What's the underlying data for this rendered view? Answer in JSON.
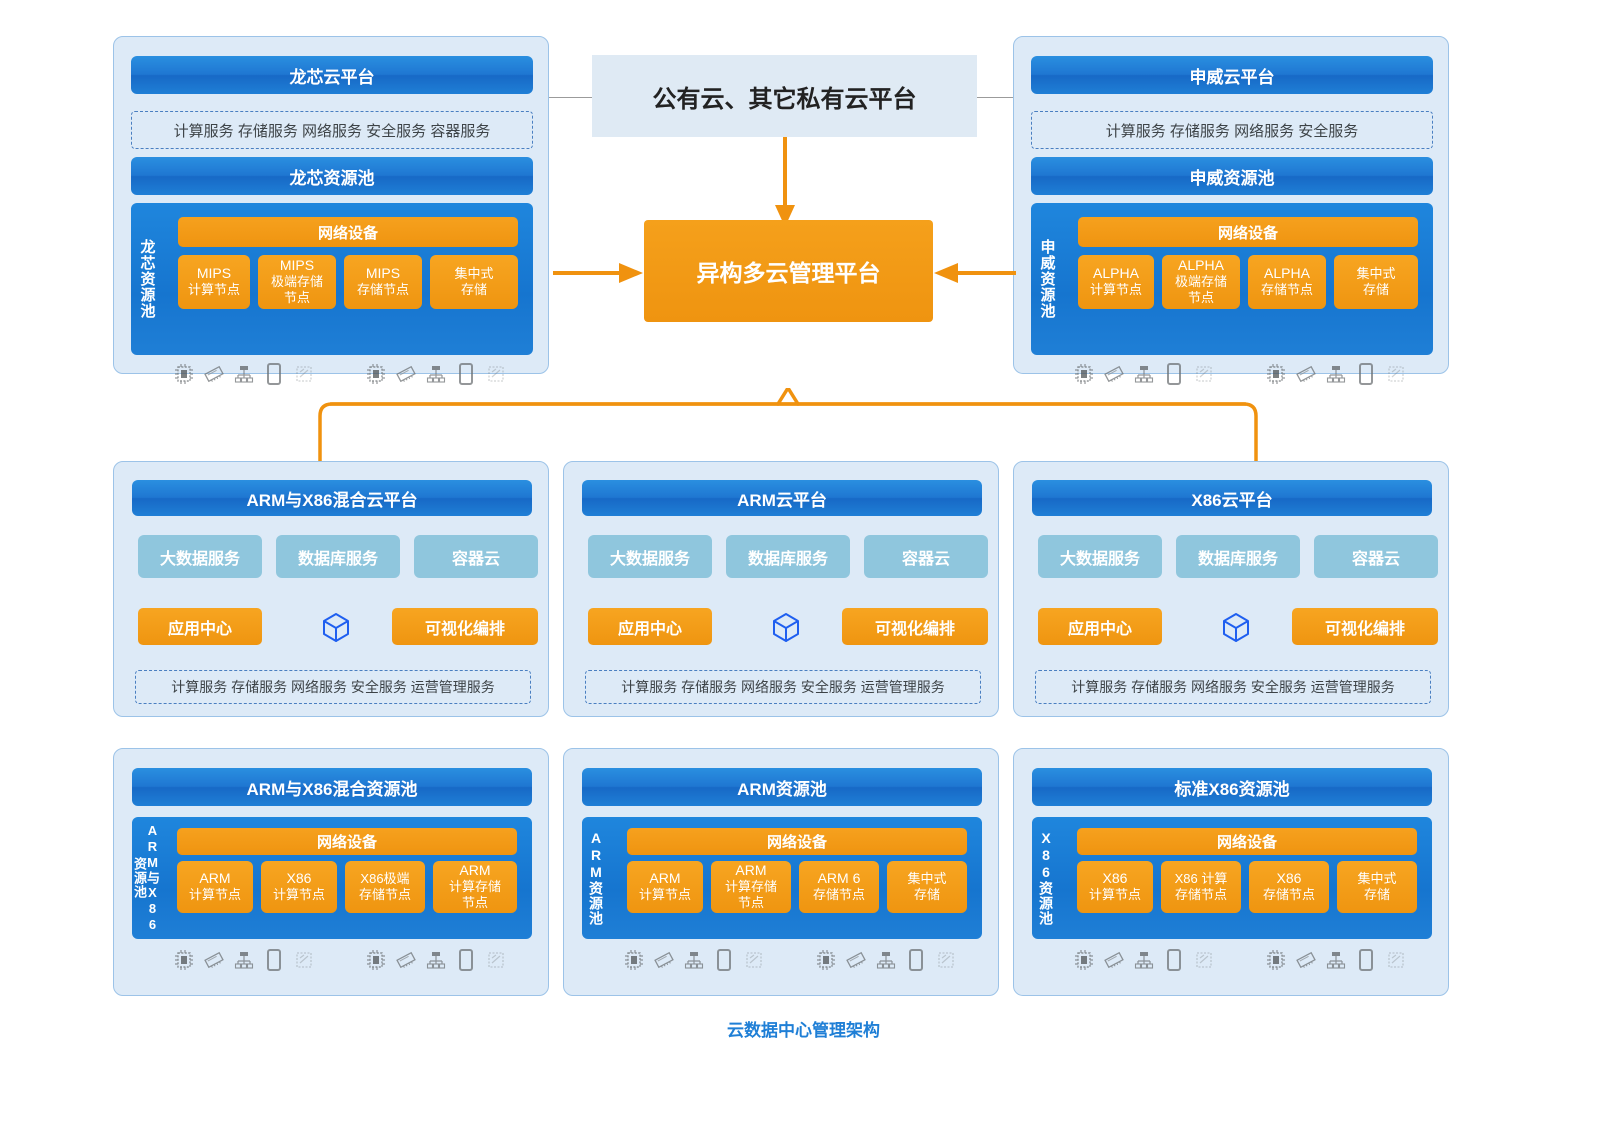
{
  "caption": "云数据中心管理架构",
  "center": {
    "public_cloud": "公有云、其它私有云平台",
    "hetero_platform": "异构多云管理平台"
  },
  "top_panels": [
    {
      "id": "loongson",
      "platform_title": "龙芯云平台",
      "services": "计算服务  存储服务  网络服务  安全服务  容器服务",
      "pool_title": "龙芯资源池",
      "vertical_label": "龙芯资源池",
      "network_device": "网络设备",
      "nodes": [
        {
          "l1": "MIPS",
          "l2": "计算节点",
          "l3": ""
        },
        {
          "l1": "MIPS",
          "l2": "极端存储",
          "l3": "节点"
        },
        {
          "l1": "MIPS",
          "l2": "存储节点",
          "l3": ""
        },
        {
          "l1": "集中式",
          "l2": "存储",
          "l3": ""
        }
      ]
    },
    {
      "id": "sunway",
      "platform_title": "申威云平台",
      "services": "计算服务      存储服务      网络服务      安全服务",
      "pool_title": "申威资源池",
      "vertical_label": "申威资源池",
      "network_device": "网络设备",
      "nodes": [
        {
          "l1": "ALPHA",
          "l2": "计算节点",
          "l3": ""
        },
        {
          "l1": "ALPHA",
          "l2": "极端存储",
          "l3": "节点"
        },
        {
          "l1": "ALPHA",
          "l2": "存储节点",
          "l3": ""
        },
        {
          "l1": "集中式",
          "l2": "存储",
          "l3": ""
        }
      ]
    }
  ],
  "cloud_platforms": [
    {
      "id": "arm-x86-hybrid",
      "title": "ARM与X86混合云平台",
      "chips": [
        "大数据服务",
        "数据库服务",
        "容器云"
      ],
      "app_center": "应用中心",
      "cube_icon": "cube-icon",
      "visual_orchestration": "可视化编排",
      "services": "计算服务  存储服务  网络服务  安全服务  运营管理服务"
    },
    {
      "id": "arm",
      "title": "ARM云平台",
      "chips": [
        "大数据服务",
        "数据库服务",
        "容器云"
      ],
      "app_center": "应用中心",
      "cube_icon": "cube-icon",
      "visual_orchestration": "可视化编排",
      "services": "计算服务  存储服务  网络服务  安全服务  运营管理服务"
    },
    {
      "id": "x86",
      "title": "X86云平台",
      "chips": [
        "大数据服务",
        "数据库服务",
        "容器云"
      ],
      "app_center": "应用中心",
      "cube_icon": "cube-icon",
      "visual_orchestration": "可视化编排",
      "services": "计算服务  存储服务  网络服务  安全服务  运营管理服务"
    }
  ],
  "resource_pools": [
    {
      "id": "arm-x86-hybrid-pool",
      "title": "ARM与X86混合资源池",
      "vertical_label": "ARM与X86资源池",
      "network_device": "网络设备",
      "nodes": [
        {
          "l1": "ARM",
          "l2": "计算节点",
          "l3": ""
        },
        {
          "l1": "X86",
          "l2": "计算节点",
          "l3": ""
        },
        {
          "l1": "X86极端",
          "l2": "存储节点",
          "l3": ""
        },
        {
          "l1": "ARM",
          "l2": "计算存储",
          "l3": "节点"
        }
      ]
    },
    {
      "id": "arm-pool",
      "title": "ARM资源池",
      "vertical_label": "ARM资源池",
      "network_device": "网络设备",
      "nodes": [
        {
          "l1": "ARM",
          "l2": "计算节点",
          "l3": ""
        },
        {
          "l1": "ARM",
          "l2": "计算存储",
          "l3": "节点"
        },
        {
          "l1": "ARM 6",
          "l2": "存储节点",
          "l3": ""
        },
        {
          "l1": "集中式",
          "l2": "存储",
          "l3": ""
        }
      ]
    },
    {
      "id": "x86-pool",
      "title": "标准X86资源池",
      "vertical_label": "X86资源池",
      "network_device": "网络设备",
      "nodes": [
        {
          "l1": "X86",
          "l2": "计算节点",
          "l3": ""
        },
        {
          "l1": "X86 计算",
          "l2": "存储节点",
          "l3": ""
        },
        {
          "l1": "X86",
          "l2": "存储节点",
          "l3": ""
        },
        {
          "l1": "集中式",
          "l2": "存储",
          "l3": ""
        }
      ]
    }
  ],
  "device_icons": [
    "cpu-chip-icon",
    "memory-stick-icon",
    "network-topology-icon",
    "disk-array-icon",
    "switch-icon"
  ],
  "colors": {
    "panel_bg": "#ddeaf7",
    "panel_border": "#9cc3e8",
    "blue_bar": "#1f7fd6",
    "orange": "#f5a01b",
    "chip_teal": "#8fc6dd",
    "caption_blue": "#1f7fd6"
  }
}
